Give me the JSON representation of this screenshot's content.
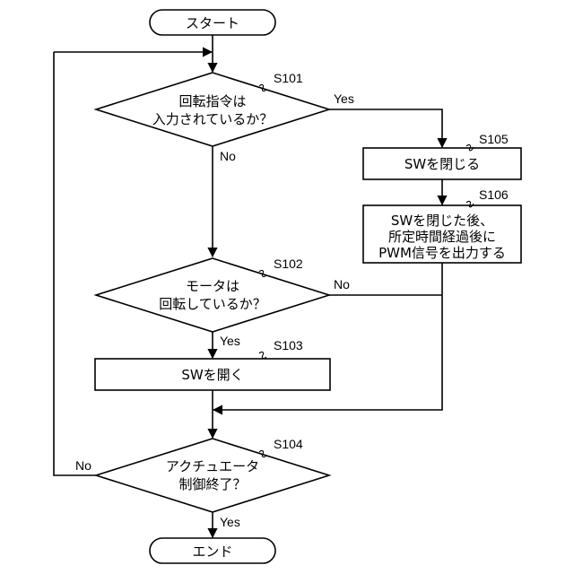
{
  "start": "スタート",
  "end": "エンド",
  "s101": {
    "step": "S101",
    "line1": "回転指令は",
    "line2": "入力されているか？",
    "yes": "Yes",
    "no": "No"
  },
  "s102": {
    "step": "S102",
    "line1": "モータは",
    "line2": "回転しているか？",
    "yes": "Yes",
    "no": "No"
  },
  "s103": {
    "step": "S103",
    "text": "SWを開く"
  },
  "s104": {
    "step": "S104",
    "line1": "アクチュエータ",
    "line2": "制御終了？",
    "yes": "Yes",
    "no": "No"
  },
  "s105": {
    "step": "S105",
    "text": "SWを閉じる"
  },
  "s106": {
    "step": "S106",
    "line1": "SWを閉じた後、",
    "line2": "所定時間経過後に",
    "line3": "PWM信号を出力する"
  }
}
